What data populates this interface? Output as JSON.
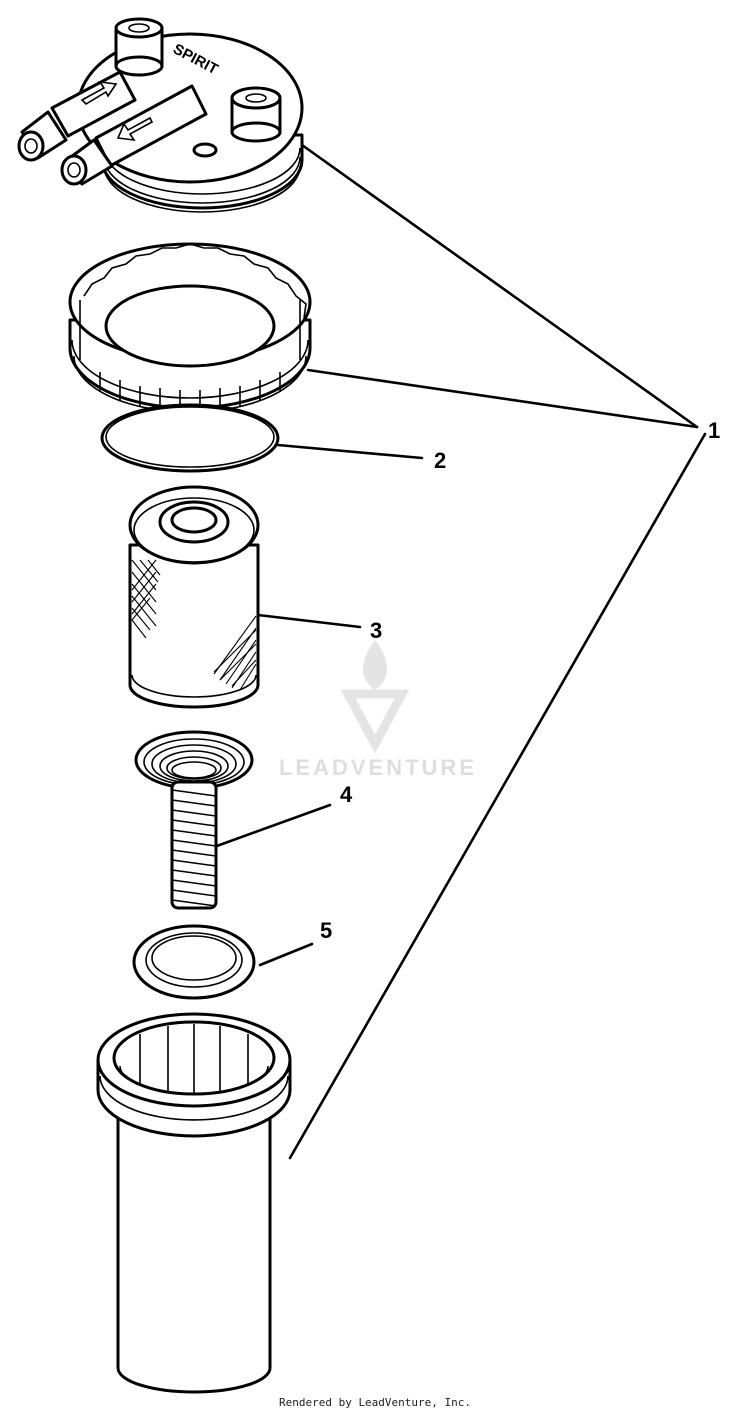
{
  "diagram": {
    "callouts": [
      {
        "id": "1",
        "label": "1"
      },
      {
        "id": "2",
        "label": "2"
      },
      {
        "id": "3",
        "label": "3"
      },
      {
        "id": "4",
        "label": "4"
      },
      {
        "id": "5",
        "label": "5"
      }
    ],
    "cap_brand_text": "SPIRIT",
    "watermark_text": "LEADVENTURE"
  },
  "footer": {
    "text": "Rendered by LeadVenture, Inc."
  },
  "colors": {
    "line": "#000000",
    "background": "#ffffff",
    "watermark": "#c4c4c4"
  }
}
